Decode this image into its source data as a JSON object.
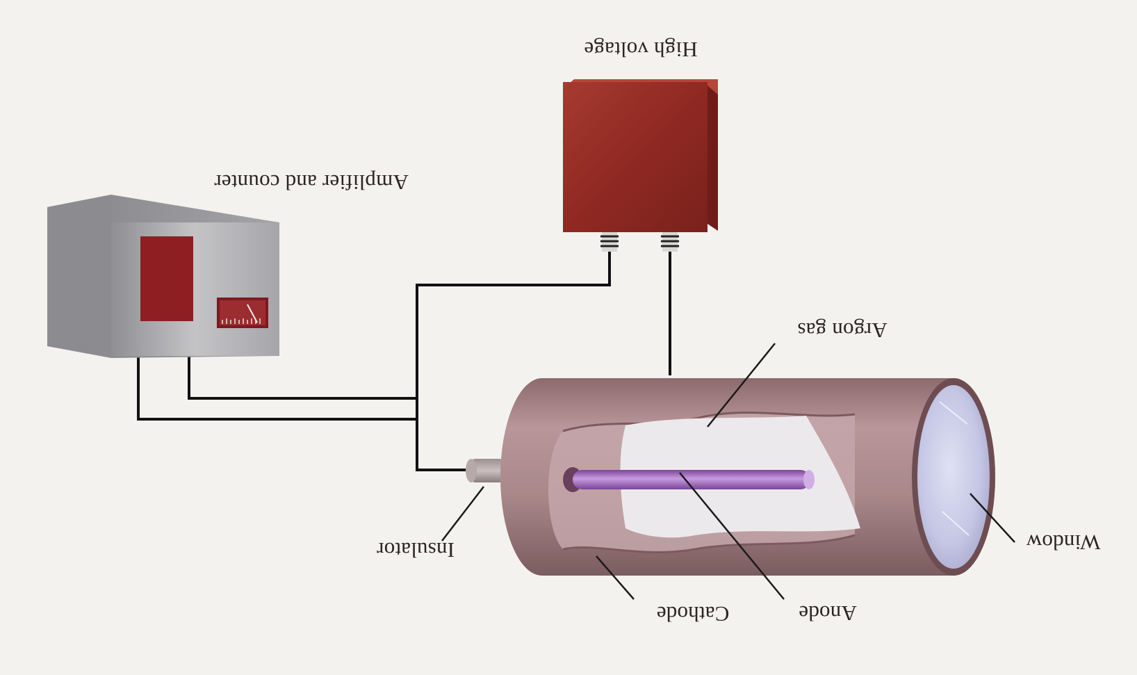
{
  "labels": {
    "high_voltage": "High voltage",
    "amplifier_counter": "Amplifier and counter",
    "argon_gas": "Argon gas",
    "insulator": "Insulator",
    "window": "Window",
    "cathode": "Cathode",
    "anode": "Anode"
  },
  "icons": {
    "high_voltage_box": "red-cube",
    "amplifier_box": "gray-box-with-red-display-and-meter",
    "tube": "geiger-tube"
  },
  "colors": {
    "hv_box": "#9b2f28",
    "amplifier_body": "#a9a8ab",
    "amplifier_display": "#8d1f23",
    "tube_body": "#a07d7e",
    "argon_gas": "#ece9ec",
    "anode_rod": "#9a62b8",
    "window": "#c9cbe6",
    "wire": "#111111"
  }
}
